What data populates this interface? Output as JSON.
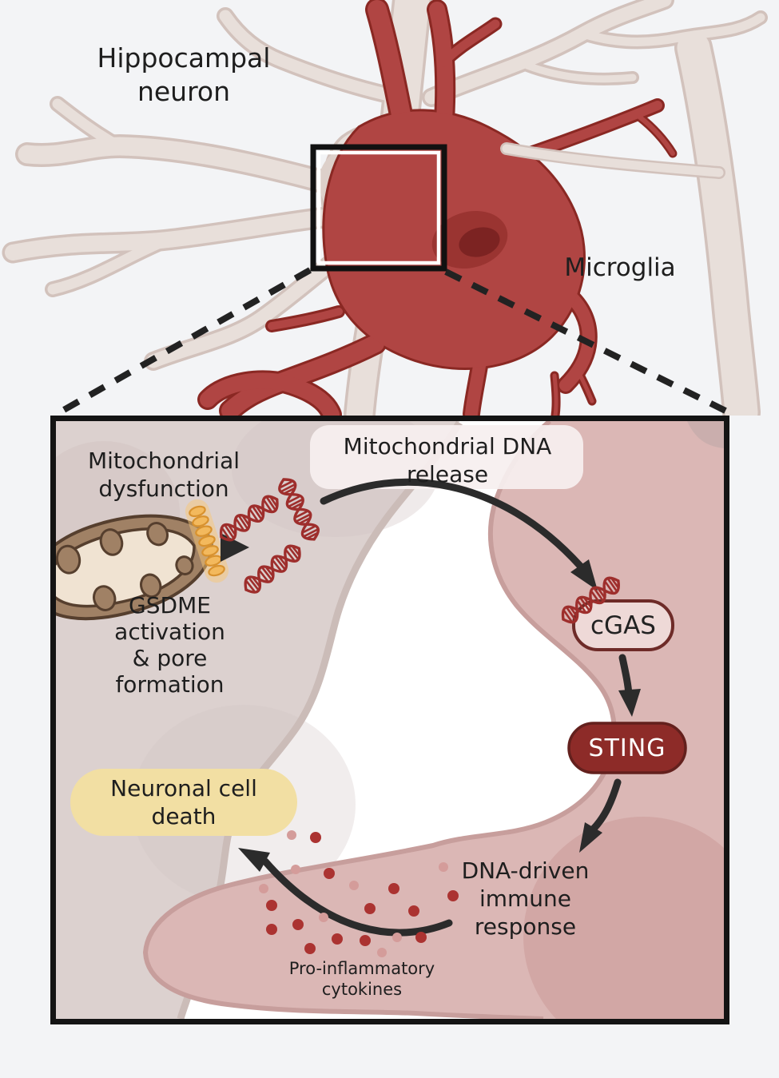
{
  "figure": {
    "type": "scientific-pathway-diagram",
    "overview": {
      "neuron_label": "Hippocampal\nneuron",
      "microglia_label": "Microglia"
    },
    "inset": {
      "mitochondrial_dysfunction_label": "Mitochondrial\ndysfunction",
      "mtdna_release_label": "Mitochondrial DNA\nrelease",
      "gsdme_label": "GSDME\nactivation\n& pore\nformation",
      "cgas_label": "cGAS",
      "sting_label": "STING",
      "immune_response_label": "DNA-driven\nimmune\nresponse",
      "neuronal_death_label": "Neuronal cell\ndeath",
      "cytokines_label": "Pro-inflammatory\ncytokines"
    },
    "icons": [
      "mitochondrion-icon",
      "gsdme-pore-icon",
      "dna-helix-icon",
      "cytokine-dot",
      "zoom-inset-box",
      "dashed-connector-line",
      "pathway-arrow"
    ],
    "colors": {
      "background": "#f3f4f6",
      "neuron_fill": "#e8dfda",
      "neuron_outline": "#d2c2bc",
      "microglia_fill": "#b04543",
      "microglia_outline": "#8a2823",
      "microglia_nucleus": "#9a3431",
      "inset_border": "#141414",
      "inset_neuron_cytoplasm": "#dcd1cf",
      "inset_microglia_cytoplasm": "#dbb7b5",
      "inset_microglia_nucleus": "#d2a7a5",
      "mitochondrion_outer": "#a08165",
      "mitochondrion_matrix": "#f0e3d2",
      "gsdme_pore_orange": "#f3b95d",
      "dna_red": "#9e2e2c",
      "cgas_fill": "#eed9d7",
      "cgas_border": "#6e2b28",
      "sting_fill": "#8d2b28",
      "sting_text": "#ffffff",
      "neuronal_death_highlight": "#f2dfa3",
      "cytokine_dark": "#ab3331",
      "cytokine_light": "#d49c9a",
      "arrow": "#2b2b2b",
      "text": "#1e1e1e"
    }
  }
}
